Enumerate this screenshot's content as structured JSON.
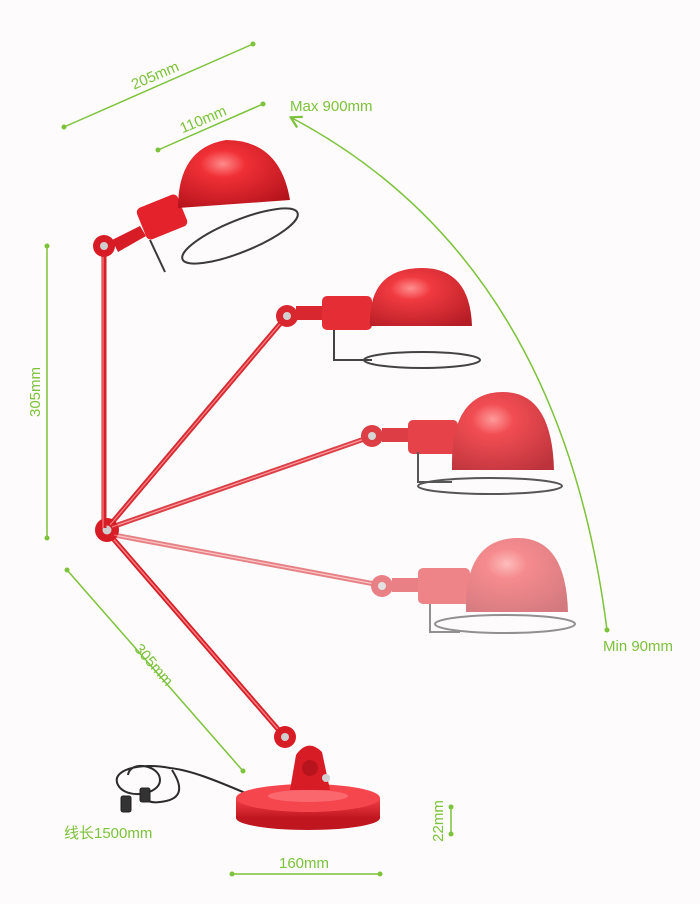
{
  "colors": {
    "dimension": "#7cc23a",
    "lamp_red": "#e8202a",
    "lamp_red_dark": "#a80f16",
    "cord": "#2b2b2b",
    "background": "#fdfbfb"
  },
  "dimensions": {
    "head_depth_overall": "205mm",
    "shade_width": "110mm",
    "max_reach": "Max 900mm",
    "min_reach": "Min 90mm",
    "upper_arm": "305mm",
    "lower_arm": "305mm",
    "cord_length": "线长1500mm",
    "base_height": "22mm",
    "base_diameter": "160mm"
  }
}
